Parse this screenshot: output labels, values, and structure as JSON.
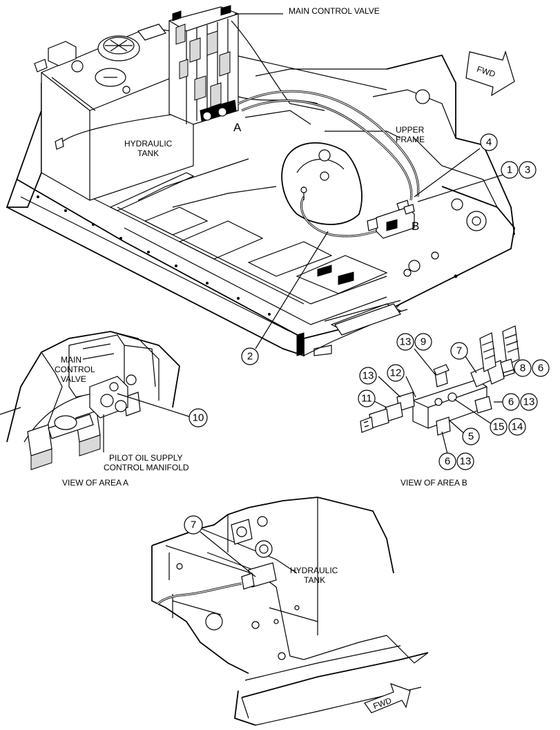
{
  "labels": {
    "main_control_valve": "MAIN CONTROL VALVE",
    "fwd_top": "FWD",
    "hydraulic_tank_top_l1": "HYDRAULIC",
    "hydraulic_tank_top_l2": "TANK",
    "upper_frame_l1": "UPPER",
    "upper_frame_l2": "FRAME",
    "area_a": "A",
    "area_b": "B",
    "mcv_a_l1": "MAIN",
    "mcv_a_l2": "CONTROL",
    "mcv_a_l3": "VALVE",
    "pilot_l1": "PILOT OIL SUPPLY",
    "pilot_l2": "CONTROL MANIFOLD",
    "view_a": "VIEW OF AREA A",
    "view_b": "VIEW OF AREA B",
    "hydraulic_tank_bottom_l1": "HYDRAULIC",
    "hydraulic_tank_bottom_l2": "TANK",
    "fwd_bottom": "FWD"
  },
  "callouts": {
    "c4": "4",
    "c1": "1",
    "c3": "3",
    "c2": "2",
    "c10": "10",
    "b13a": "13",
    "b9": "9",
    "b7": "7",
    "b8": "8",
    "b6a": "6",
    "b13b": "13",
    "b12": "12",
    "b11": "11",
    "b6b": "6",
    "b13c": "13",
    "b15": "15",
    "b14": "14",
    "b5": "5",
    "b6c": "6",
    "b13d": "13",
    "c7": "7"
  }
}
